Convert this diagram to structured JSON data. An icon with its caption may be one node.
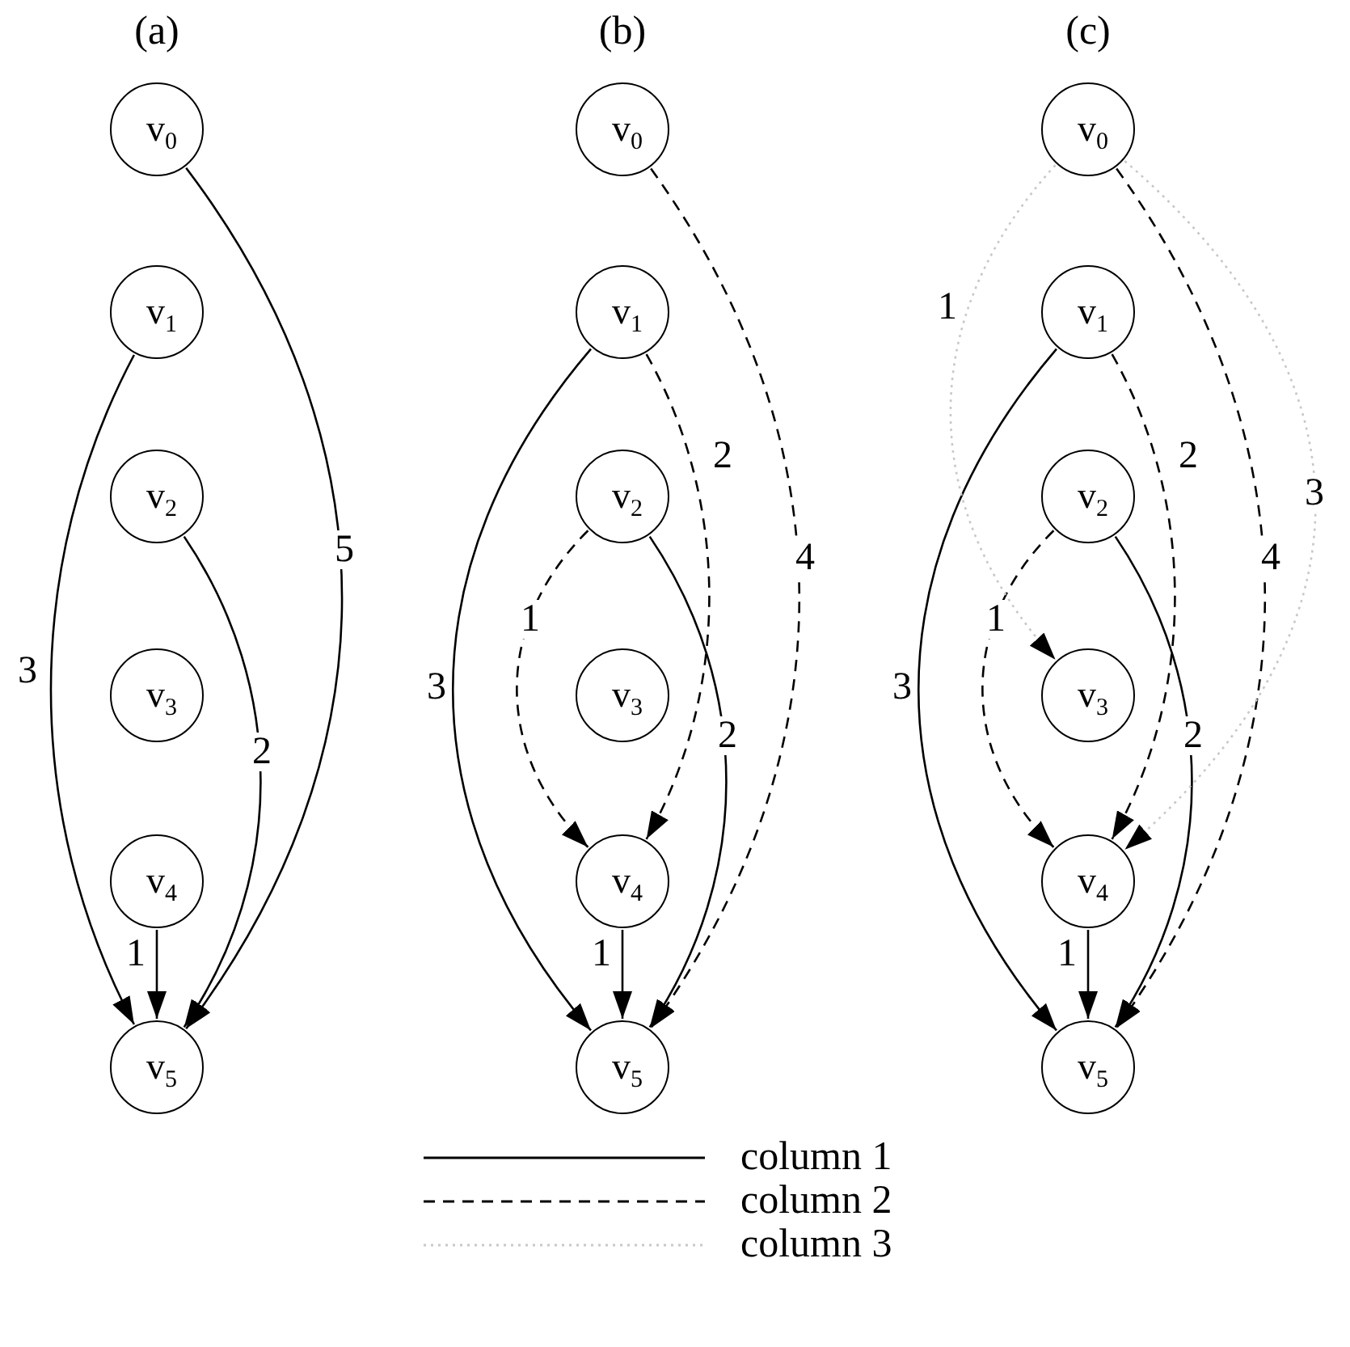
{
  "diagram": {
    "nodes": [
      {
        "text": [
          "v$_{0}$"
        ]
      },
      {
        "text": [
          "v$_{1}$"
        ]
      },
      {
        "text": [
          "v$_{2}$"
        ]
      },
      {
        "text": [
          "v$_{3}$"
        ]
      },
      {
        "text": [
          "v$_{4}$"
        ]
      },
      {
        "text": [
          "v$_{5}$"
        ]
      },
      {
        "text": [
          "v$_{0}$"
        ]
      },
      {
        "text": [
          "v$_{1}$"
        ]
      },
      {
        "text": [
          "v$_{2}$"
        ]
      },
      {
        "text": [
          "v$_{3}$"
        ]
      },
      {
        "text": [
          "v$_{4}$"
        ]
      },
      {
        "text": [
          "v$_{5}$"
        ]
      },
      {
        "text": [
          "v$_{0}$"
        ]
      },
      {
        "text": [
          "v$_{1}$"
        ]
      },
      {
        "text": [
          "v$_{2}$"
        ]
      },
      {
        "text": [
          "v$_{3}$"
        ]
      },
      {
        "text": [
          "v$_{4}$"
        ]
      },
      {
        "text": [
          "v$_{5}$"
        ]
      }
    ],
    "edges": [
      {
        "from": 1,
        "to": 5,
        "arrow": "to",
        "label": "3"
      },
      {
        "from": 0,
        "to": 5,
        "arrow": "to",
        "label": "5"
      },
      {
        "from": 2,
        "to": 5,
        "arrow": "to",
        "label": "2"
      },
      {
        "from": 4,
        "to": 5,
        "arrow": "to",
        "label": "1"
      },
      {
        "from": 7,
        "to": 11,
        "arrow": "to",
        "label": "3"
      },
      {
        "from": 8,
        "to": 11,
        "arrow": "to",
        "label": "2"
      },
      {
        "from": 10,
        "to": 11,
        "arrow": "to",
        "label": "1"
      },
      {
        "from": 8,
        "to": 10,
        "arrow": "to",
        "label": "1",
        "style": "dashed"
      },
      {
        "from": 7,
        "to": 10,
        "arrow": "to",
        "label": "2",
        "style": "dashed"
      },
      {
        "from": 6,
        "to": 11,
        "arrow": "to",
        "label": "4",
        "style": "dashed"
      },
      {
        "from": 13,
        "to": 17,
        "arrow": "to",
        "label": "3"
      },
      {
        "from": 14,
        "to": 17,
        "arrow": "to",
        "label": "2"
      },
      {
        "from": 16,
        "to": 17,
        "arrow": "to",
        "label": "1"
      },
      {
        "from": 14,
        "to": 16,
        "arrow": "to",
        "label": "1",
        "style": "dashed"
      },
      {
        "from": 13,
        "to": 16,
        "arrow": "to",
        "label": "2",
        "style": "dashed"
      },
      {
        "from": 12,
        "to": 17,
        "arrow": "to",
        "label": "4",
        "style": "dashed"
      },
      {
        "from": 12,
        "to": 15,
        "arrow": "to",
        "label": "1",
        "style": "dashed",
        "color": "#c8c8c8"
      },
      {
        "from": 12,
        "to": 16,
        "arrow": "to",
        "label": "3",
        "style": "dashed",
        "color": "#c8c8c8"
      }
    ],
    "labels": [
      "(a)",
      "(b)",
      "(c)"
    ],
    "legend": [
      {
        "text": "column 1"
      },
      {
        "text": "column 2"
      },
      {
        "text": "column 3"
      }
    ]
  }
}
